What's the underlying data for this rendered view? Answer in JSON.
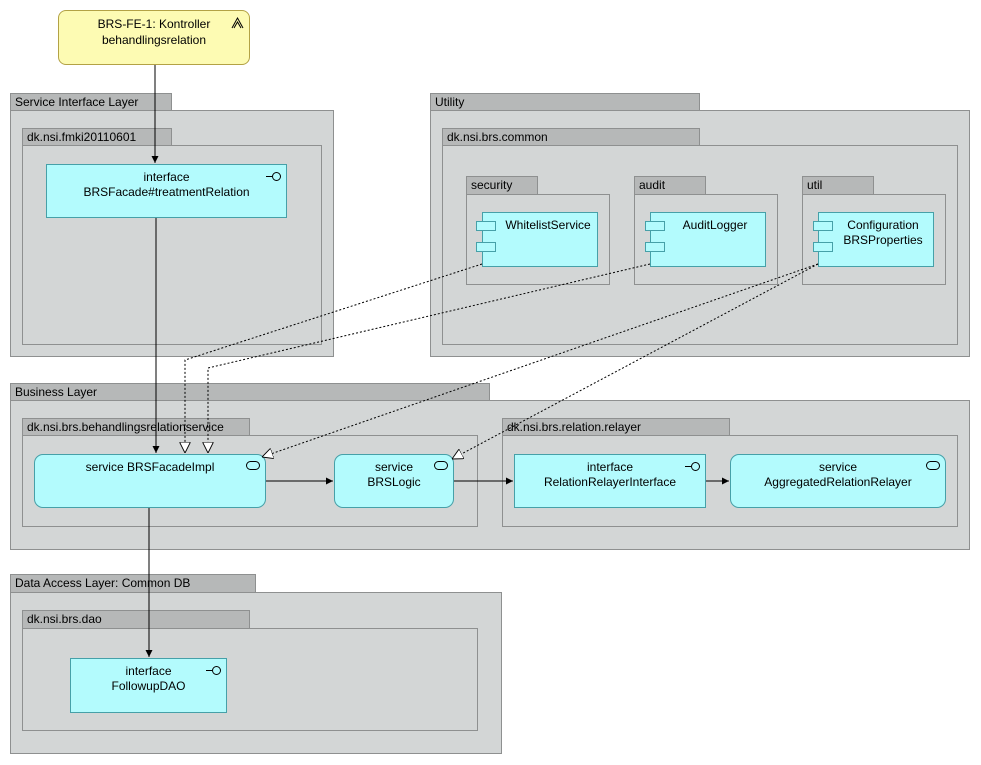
{
  "requirement": {
    "line1": "BRS-FE-1: Kontroller",
    "line2": "behandlingsrelation"
  },
  "layers": {
    "service_interface": {
      "title": "Service Interface Layer",
      "package": "dk.nsi.fmki20110601",
      "facade": {
        "line1": "interface",
        "line2": "BRSFacade#treatmentRelation"
      }
    },
    "utility": {
      "title": "Utility",
      "package": "dk.nsi.brs.common",
      "subpackages": {
        "security": {
          "title": "security",
          "component": "WhitelistService"
        },
        "audit": {
          "title": "audit",
          "component": "AuditLogger"
        },
        "util": {
          "title": "util",
          "line1": "Configuration",
          "line2": "BRSProperties"
        }
      }
    },
    "business": {
      "title": "Business Layer",
      "package_service": "dk.nsi.brs.behandlingsrelationservice",
      "package_relayer": "dk.nsi.brs.relation.relayer",
      "facade_impl": "service BRSFacadeImpl",
      "logic": {
        "line1": "service",
        "line2": "BRSLogic"
      },
      "relayer_iface": {
        "line1": "interface",
        "line2": "RelationRelayerInterface"
      },
      "aggregated": {
        "line1": "service",
        "line2": "AggregatedRelationRelayer"
      }
    },
    "data_access": {
      "title": "Data Access Layer: Common DB",
      "package": "dk.nsi.brs.dao",
      "dao": {
        "line1": "interface",
        "line2": "FollowupDAO"
      }
    }
  },
  "colors": {
    "package_fill": "#d3d6d6",
    "tab_fill": "#b6b8b8",
    "element_fill": "#b3fbfd",
    "requirement_fill": "#fdfbb3"
  }
}
